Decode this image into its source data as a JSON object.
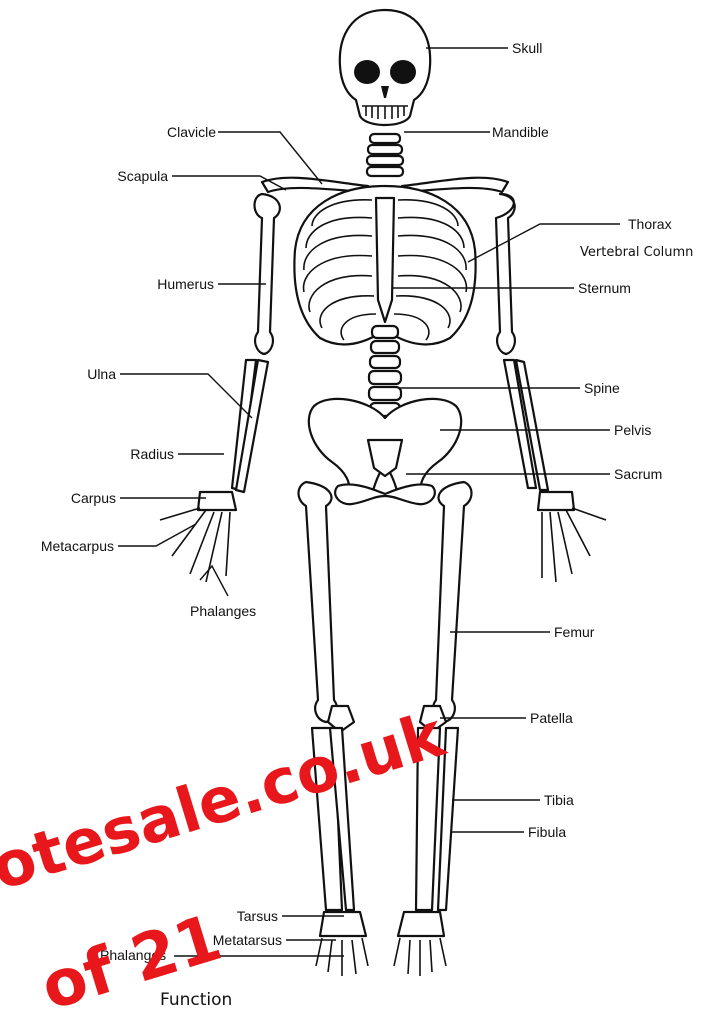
{
  "labels": {
    "skull": "Skull",
    "mandible": "Mandible",
    "clavicle": "Clavicle",
    "scapula": "Scapula",
    "thorax": "Thorax",
    "vertebral_column": "Vertebral Column",
    "humerus": "Humerus",
    "sternum": "Sternum",
    "ulna": "Ulna",
    "spine": "Spine",
    "pelvis": "Pelvis",
    "radius": "Radius",
    "sacrum": "Sacrum",
    "carpus": "Carpus",
    "metacarpus": "Metacarpus",
    "phalanges_hand": "Phalanges",
    "femur": "Femur",
    "patella": "Patella",
    "tibia": "Tibia",
    "fibula": "Fibula",
    "tarsus": "Tarsus",
    "metatarsus": "Metatarsus",
    "phalanges_foot": "Phalanges"
  },
  "watermark": {
    "line1": "otesale.co.uk",
    "line2": "of 21",
    "color": "#e8171b"
  },
  "footer": {
    "heading": "Function"
  }
}
